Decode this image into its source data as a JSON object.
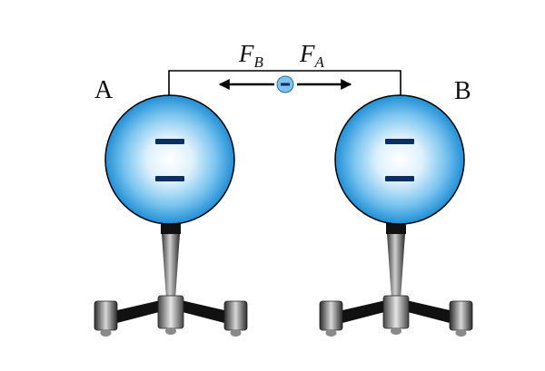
{
  "labels": {
    "sphere_a": "A",
    "sphere_b": "B"
  },
  "forces": {
    "left": {
      "symbol": "F",
      "subscript": "B"
    },
    "right": {
      "symbol": "F",
      "subscript": "A"
    }
  },
  "charges": {
    "sphere_a": [
      "−",
      "−"
    ],
    "sphere_b": [
      "−",
      "−"
    ],
    "test_charge": "−"
  },
  "colors": {
    "sphere_edge": "#1f8fd6",
    "sphere_center": "#ffffff",
    "charge_mark": "#0c2f63",
    "test_charge_fill": "#7fc3ea",
    "arrow": "#000000"
  }
}
